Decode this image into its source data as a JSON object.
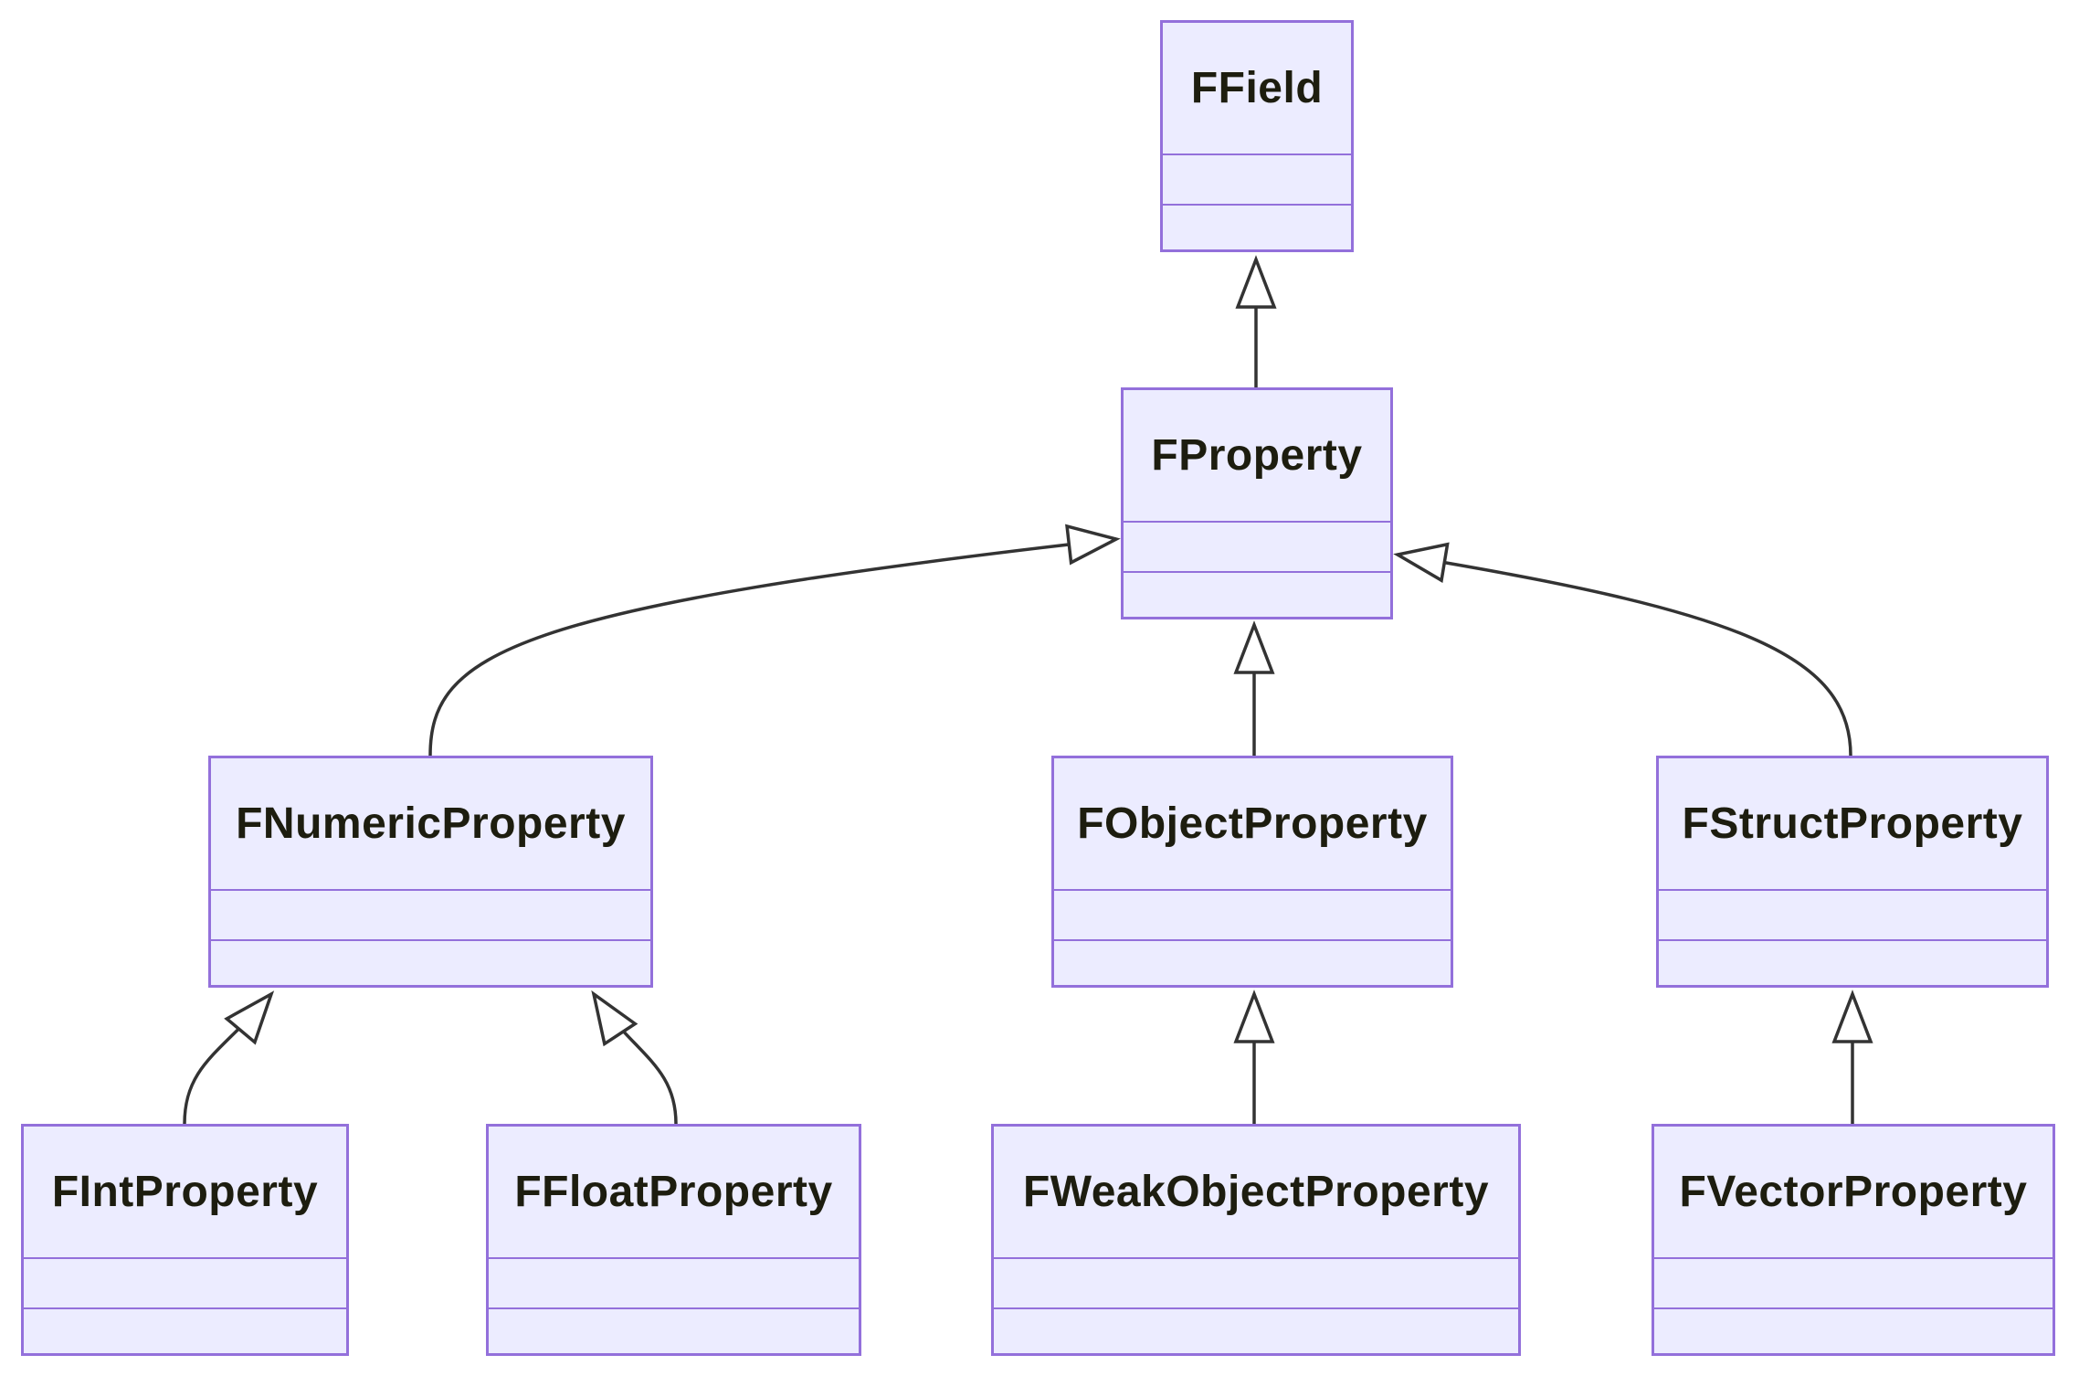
{
  "diagram": {
    "type": "uml-class-inheritance",
    "classes": {
      "ffield": {
        "name": "FField",
        "attributes": [],
        "methods": []
      },
      "fproperty": {
        "name": "FProperty",
        "attributes": [],
        "methods": []
      },
      "fnumeric": {
        "name": "FNumericProperty",
        "attributes": [],
        "methods": []
      },
      "fobject": {
        "name": "FObjectProperty",
        "attributes": [],
        "methods": []
      },
      "fstruct": {
        "name": "FStructProperty",
        "attributes": [],
        "methods": []
      },
      "fint": {
        "name": "FIntProperty",
        "attributes": [],
        "methods": []
      },
      "ffloat": {
        "name": "FFloatProperty",
        "attributes": [],
        "methods": []
      },
      "fweakobject": {
        "name": "FWeakObjectProperty",
        "attributes": [],
        "methods": []
      },
      "fvector": {
        "name": "FVectorProperty",
        "attributes": [],
        "methods": []
      }
    },
    "relations": [
      {
        "from": "FProperty",
        "to": "FField",
        "type": "inheritance"
      },
      {
        "from": "FNumericProperty",
        "to": "FProperty",
        "type": "inheritance"
      },
      {
        "from": "FObjectProperty",
        "to": "FProperty",
        "type": "inheritance"
      },
      {
        "from": "FStructProperty",
        "to": "FProperty",
        "type": "inheritance"
      },
      {
        "from": "FIntProperty",
        "to": "FNumericProperty",
        "type": "inheritance"
      },
      {
        "from": "FFloatProperty",
        "to": "FNumericProperty",
        "type": "inheritance"
      },
      {
        "from": "FWeakObjectProperty",
        "to": "FObjectProperty",
        "type": "inheritance"
      },
      {
        "from": "FVectorProperty",
        "to": "FStructProperty",
        "type": "inheritance"
      }
    ],
    "colors": {
      "node_fill": "#ECECFF",
      "node_border": "#9370DB",
      "edge_line": "#333333",
      "arrowhead_fill": "#FFFFFF",
      "text": "#1D1D0F",
      "background": "#FFFFFF"
    }
  }
}
